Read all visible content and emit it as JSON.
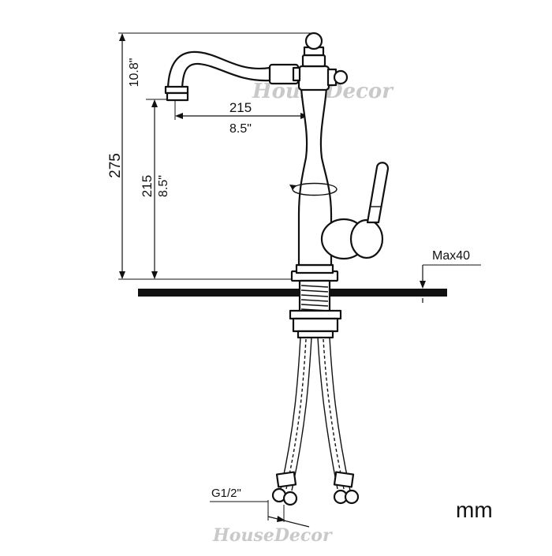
{
  "dimensions": {
    "total_height": "275",
    "top_height": "10.8\"",
    "reach_mm": "215",
    "reach_in": "8.5\"",
    "spout_height_mm": "215",
    "spout_height_in": "8.5\"",
    "max_thickness": "Max40",
    "thread": "G1/2\""
  },
  "units": "mm",
  "watermark": {
    "top": "HouseDecor",
    "bottom": "HouseDecor"
  }
}
